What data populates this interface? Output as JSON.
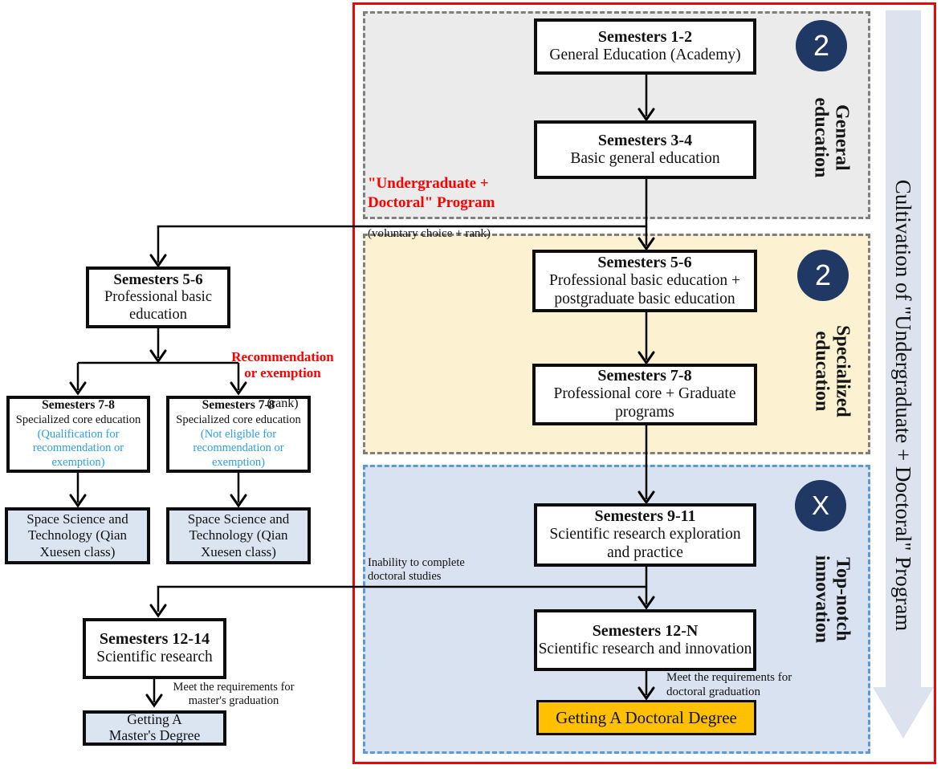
{
  "banner": {
    "text": "Cultivation of \"Undergraduate + Doctoral\" Program"
  },
  "sections": {
    "general": {
      "badge": "2",
      "label": "General education"
    },
    "specialized": {
      "badge": "2",
      "label": "Specialized education"
    },
    "topnotch": {
      "badge": "X",
      "label": "Top-notch innovation"
    }
  },
  "flow_main": {
    "s12": {
      "title": "Semesters 1-2",
      "body": "General Education (Academy)"
    },
    "s34": {
      "title": "Semesters 3-4",
      "body": "Basic general education"
    },
    "s56": {
      "title": "Semesters 5-6",
      "body": "Professional basic education + postgraduate basic education"
    },
    "s78": {
      "title": "Semesters 7-8",
      "body": "Professional core + Graduate programs"
    },
    "s911": {
      "title": "Semesters 9-11",
      "body": "Scientific research exploration and practice"
    },
    "s12n": {
      "title": "Semesters 12-N",
      "body": "Scientific research and innovation"
    },
    "doctoral": {
      "label": "Getting A Doctoral Degree"
    }
  },
  "flow_left": {
    "s56": {
      "title": "Semesters 5-6",
      "body": "Professional basic education"
    },
    "s78_qualified": {
      "title": "Semesters 7-8",
      "body": "Specialized core education",
      "note": "(Qualification for recommendation or exemption)"
    },
    "s78_not": {
      "title": "Semesters 7-8",
      "body": "Specialized core education",
      "note": "(Not eligible for recommendation or exemption)"
    },
    "space_qualified": {
      "label": "Space Science and Technology (Qian Xuesen class)"
    },
    "space_not": {
      "label": "Space Science and Technology (Qian Xuesen class)"
    },
    "s1214": {
      "title": "Semesters 12-14",
      "body": "Scientific research"
    },
    "master": {
      "label": "Getting A\nMaster's Degree"
    }
  },
  "annotations": {
    "program": {
      "heading": "\"Undergraduate +\nDoctoral\" Program",
      "sub": "(voluntary choice + rank)"
    },
    "recommendation": {
      "heading": "Recommendation\nor exemption",
      "sub": "(rank)"
    },
    "inability": "Inability to complete\ndoctoral studies",
    "meet_doctoral": "Meet the requirements for\ndoctoral graduation",
    "meet_master": "Meet the requirements for\nmaster's graduation"
  },
  "colors": {
    "frame_red": "#f00505",
    "annotation_red": "#fe0000",
    "badge_navy": "#1f3864",
    "section_gray": "#ebebeb",
    "section_yellow": "#fcf2d2",
    "section_blue": "#d9e2f0",
    "light_blue_box": "#dbe5f1",
    "doctoral_gold": "#ffc000",
    "note_blue": "#2b9fe6",
    "banner_fill": "#dce2ee",
    "blue_dash": "#5b9bd5",
    "gray_dash": "#7f7f7f"
  }
}
